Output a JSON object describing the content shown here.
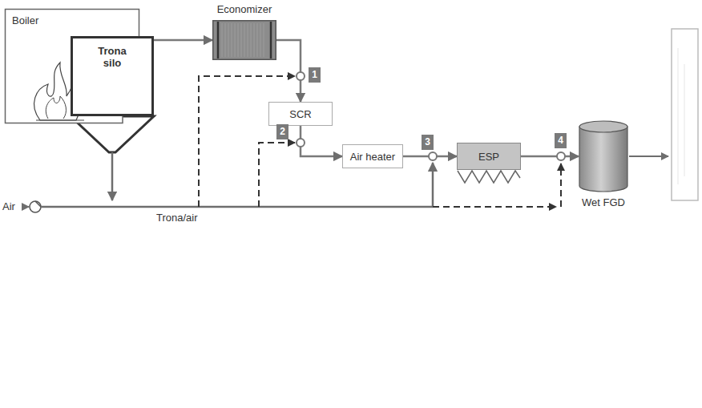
{
  "diagram": {
    "nodes": [
      {
        "text": [
          "Boiler"
        ]
      },
      {
        "text": [
          "Economizer"
        ]
      },
      {
        "text": [
          "SCR"
        ]
      },
      {
        "text": [
          "Trona silo"
        ]
      },
      {
        "text": [
          "Air heater"
        ]
      },
      {
        "text": [
          "ESP"
        ]
      },
      {
        "text": [
          "Wet FGD"
        ]
      }
    ],
    "edges": [
      {
        "from": 0,
        "to": 1,
        "arrow": "to"
      },
      {
        "from": 1,
        "to": 2,
        "arrow": "to"
      },
      {
        "from": 2,
        "to": 4,
        "arrow": "to"
      },
      {
        "from": 4,
        "to": 5,
        "arrow": "to"
      },
      {
        "from": 5,
        "to": 6,
        "arrow": "to"
      }
    ],
    "labels": [
      "1",
      "2",
      "3",
      "4",
      "Air",
      "Trona/air"
    ]
  }
}
